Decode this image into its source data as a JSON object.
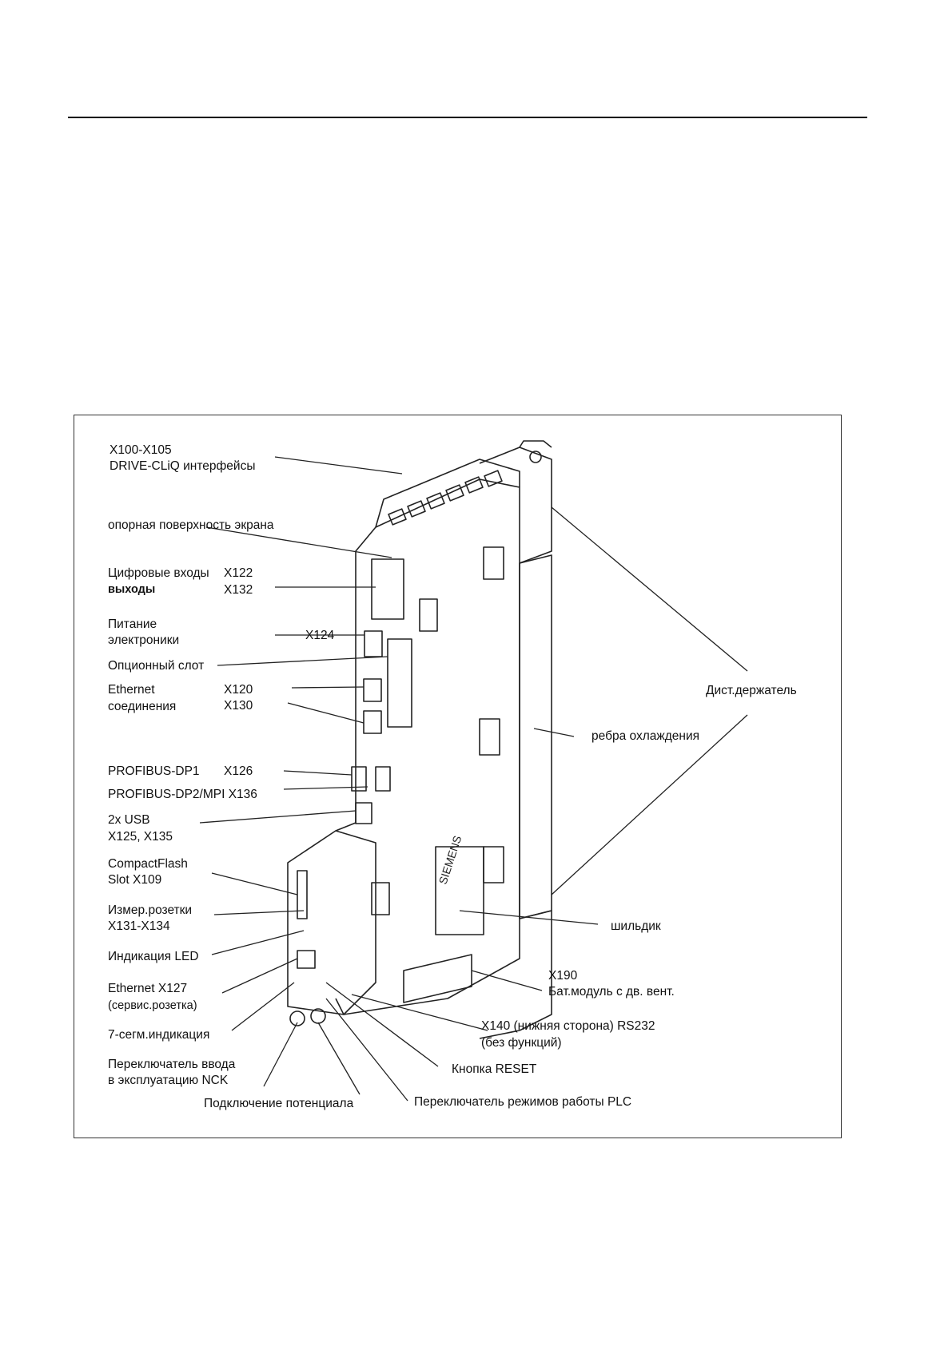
{
  "labels": {
    "drive_cliq_code": "X100-X105",
    "drive_cliq": "DRIVE-CLiQ интерфейсы",
    "shield_surface": "опорная поверхность экрана",
    "digital_inputs": "Цифровые входы",
    "digital_inputs_code": "X122",
    "outputs": "выходы",
    "outputs_code": "X132",
    "power_line1": "Питание",
    "power_line2": "электроники",
    "power_code": "X124",
    "option_slot": "Опционный слот",
    "ethernet": "Ethernet",
    "ethernet_code1": "X120",
    "connections": "соединения",
    "ethernet_code2": "X130",
    "profibus_dp1": "PROFIBUS-DP1",
    "profibus_dp1_code": "X126",
    "profibus_dp2": "PROFIBUS-DP2/MPI X136",
    "usb_line1": "2x USB",
    "usb_line2": "X125, X135",
    "cf_line1": "CompactFlash",
    "cf_line2": "Slot  X109",
    "meas_line1": "Измер.розетки",
    "meas_line2": " X131-X134",
    "led": "Индикация LED",
    "ethernet_service_line1": "Ethernet X127",
    "ethernet_service_line2": "(сервис.розетка)",
    "seven_segment": "7-сегм.индикация",
    "nck_line1": "Переключатель ввода",
    "nck_line2": "в эксплуатацию NCK",
    "potential": "Подключение потенциала",
    "plc_switch": "Переключатель режимов работы PLC",
    "reset": "Кнопка RESET",
    "x140_line1": "X140 (нижняя сторона) RS232",
    "x140_line2": "(без функций)",
    "x190_line1": "X190",
    "x190_line2": "Бат.модуль с дв. вент.",
    "nameplate": "шильдик",
    "cooling": "ребра охлаждения",
    "spacer": "Дист.держатель",
    "brand": "SIEMENS"
  }
}
